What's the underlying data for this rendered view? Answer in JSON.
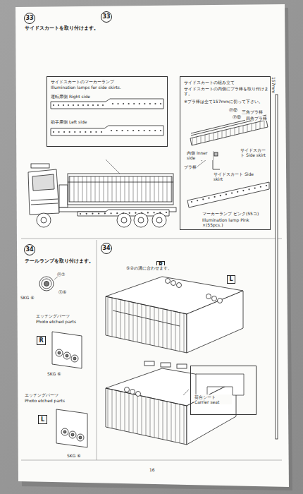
{
  "diagram": {
    "nodes": [
      {
        "text": [
          "33"
        ]
      },
      {
        "text": [
          "33"
        ]
      },
      {
        "text": [
          "サイドスカートのマーカーランプ",
          "Illumination lamps for side skirts.",
          "運転席側 Right side",
          "助手席側 Left side"
        ]
      },
      {
        "text": [
          "サイドスカートの組み立て",
          "サイドスカートの内側にプラ棒を取り付けます。",
          "※プラ棒は全て157mmに切って下さい。",
          "三角プラ棒",
          "四角プラ棒",
          "内側 Inner side",
          "サイドスカート Side skirt",
          "プラ棒",
          "サイドスカート Side skirt",
          "マーカーランプ ピンク(55コ)",
          "Illumination lamp Pink ×(55pcs.)"
        ]
      },
      {
        "text": [
          "34"
        ]
      },
      {
        "text": [
          "34"
        ]
      },
      {
        "text": [
          "R"
        ]
      },
      {
        "text": [
          "L"
        ]
      },
      {
        "text": [
          "R"
        ]
      },
      {
        "text": [
          "L"
        ]
      },
      {
        "text": [
          "荷台シート Carrier seat"
        ]
      }
    ],
    "labels": [
      "サイドスカートを取り付けます。",
      "157mm",
      "Ⓟ⑫",
      "Ⓟ⑫",
      "テールランプを取り付けます。",
      "Ⓟ⑦",
      "SKG ⑥",
      "Ⓧ⑥",
      "エッチングパーツ",
      "Photo etched parts",
      "SKG ⑥",
      "エッチングパーツ",
      "Photo etched parts",
      "SKG ⑥",
      "⑤②の溝に合わせます。",
      "16"
    ]
  }
}
